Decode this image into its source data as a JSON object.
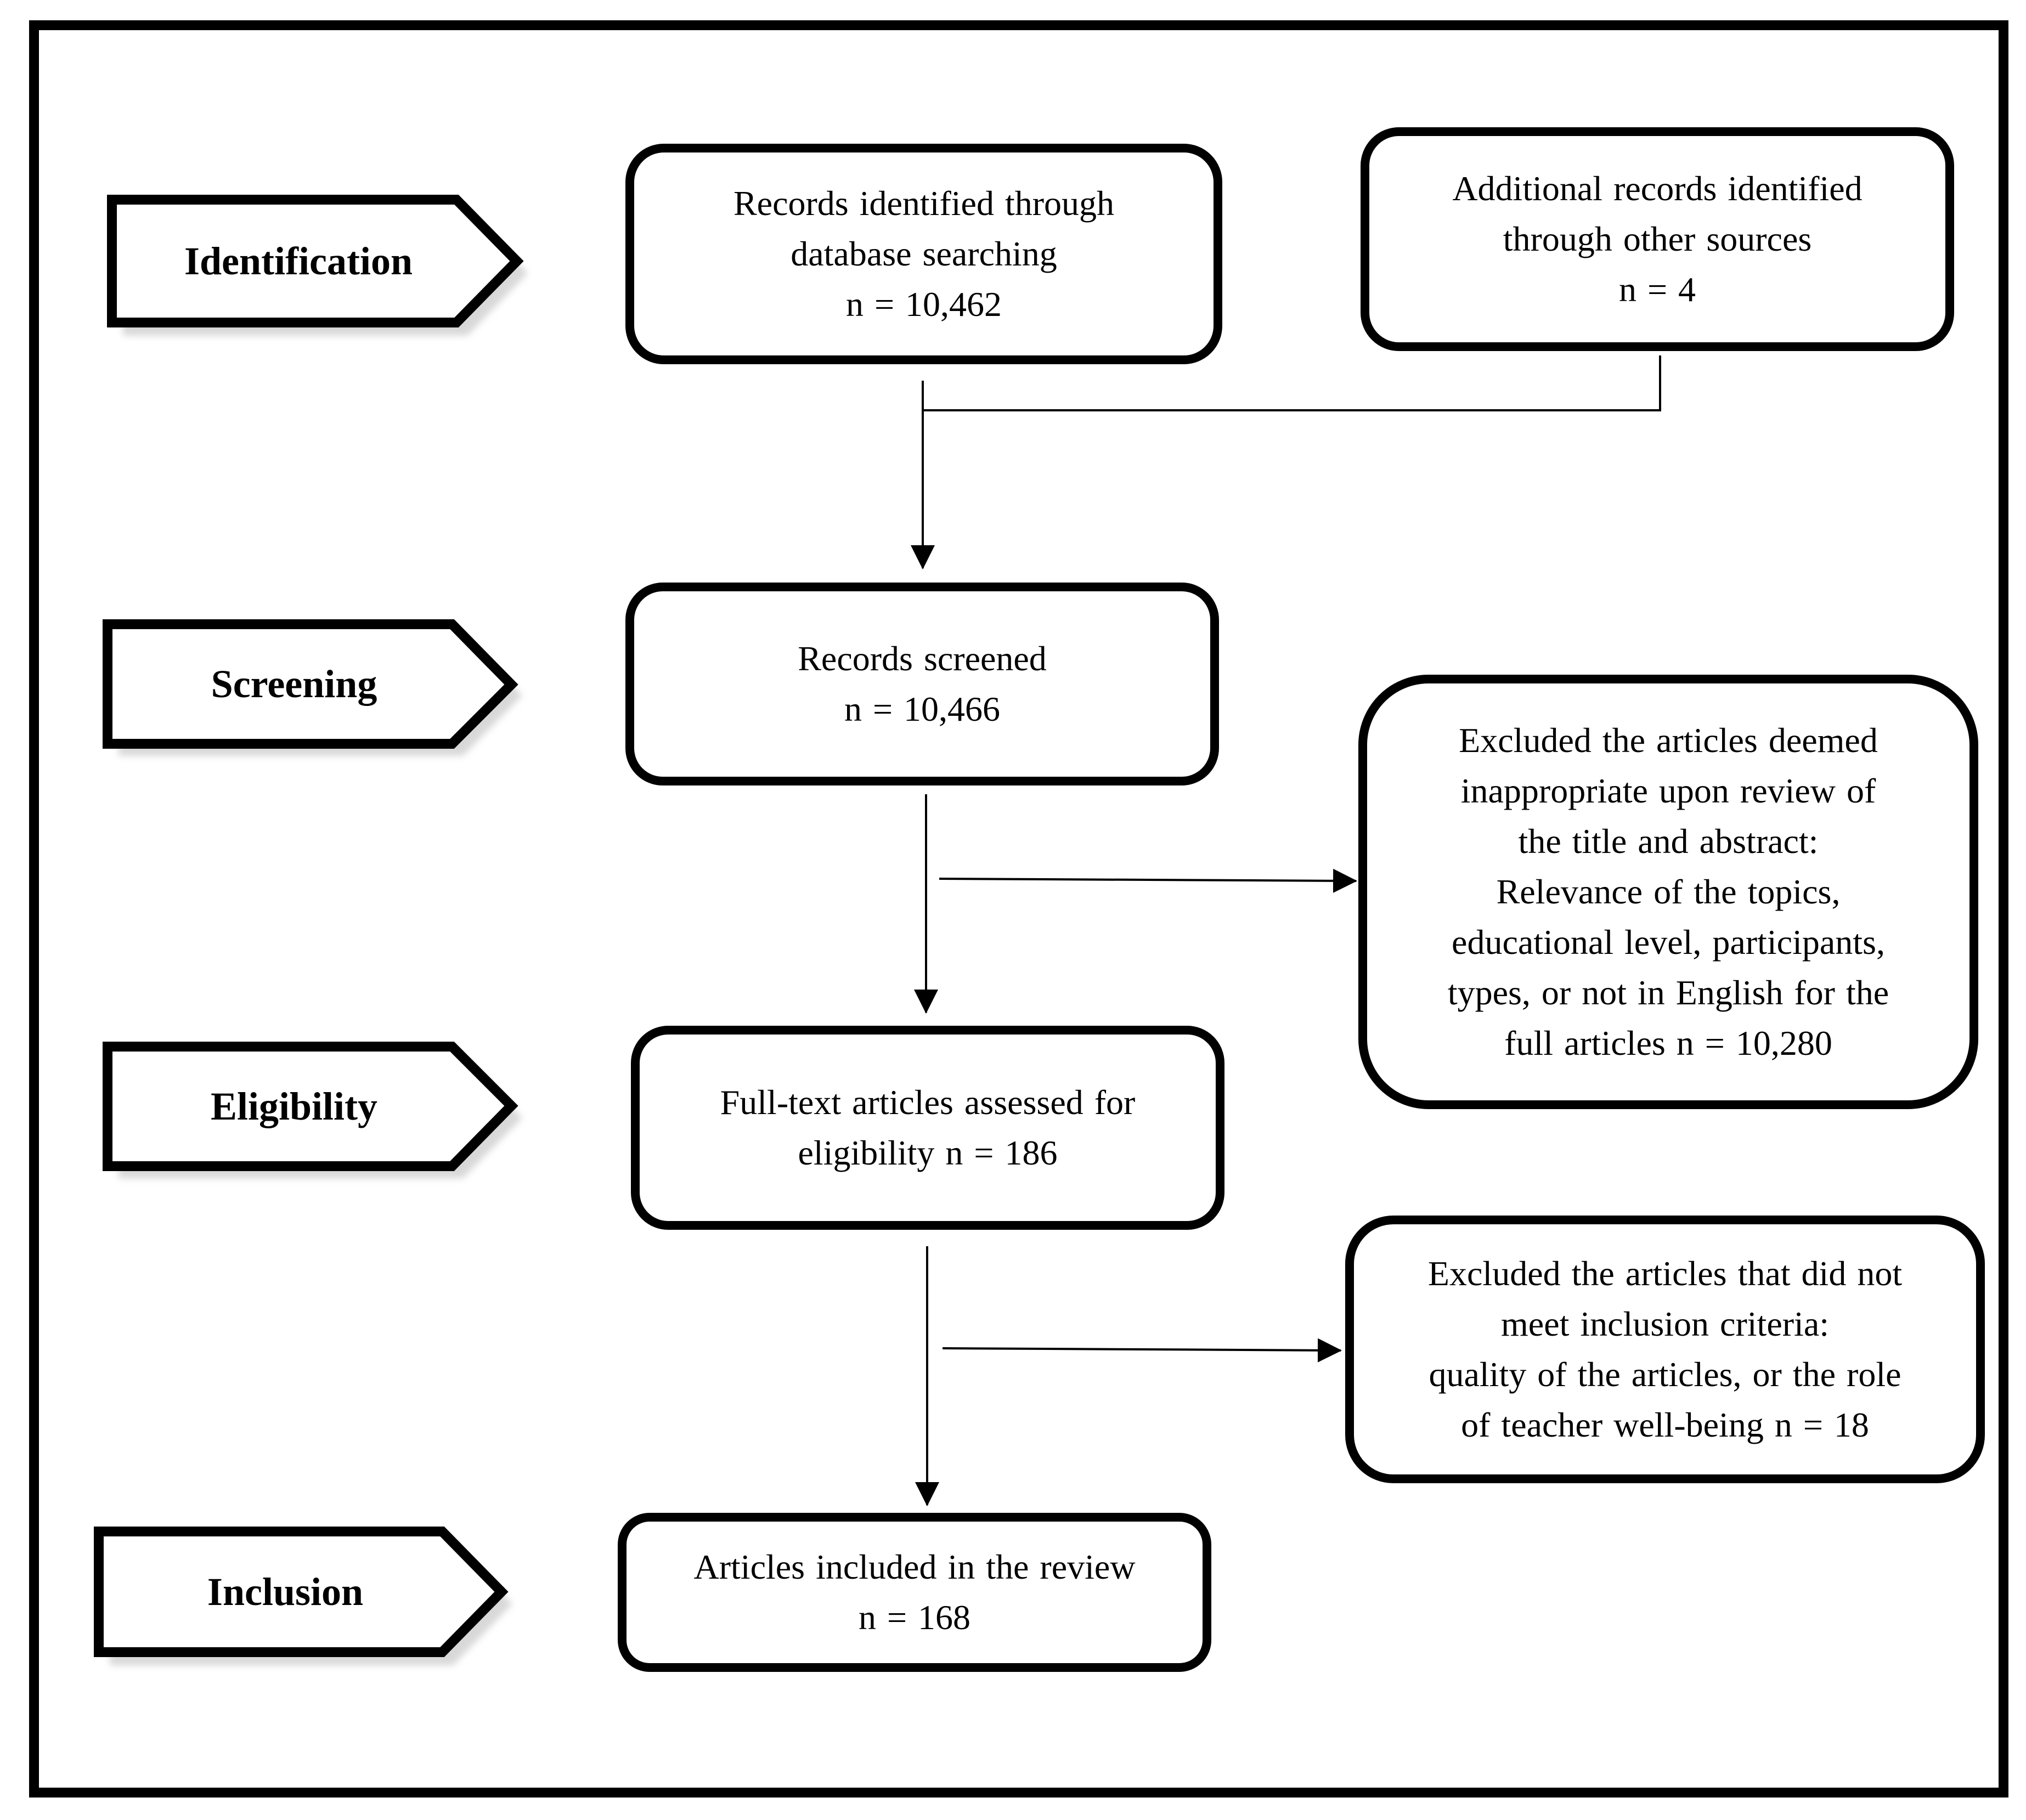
{
  "stages": {
    "identification": "Identification",
    "screening": "Screening",
    "eligibility": "Eligibility",
    "inclusion": "Inclusion"
  },
  "boxes": {
    "database_records": "Records  identified through\ndatabase  searching\nn = 10,462",
    "other_sources": "Additional  records  identified\nthrough other sources\nn = 4",
    "screened": "Records  screened\nn = 10,466",
    "excluded_title_abstract": "Excluded the articles deemed\ninappropriate upon review of\nthe title and abstract:\nRelevance  of the topics,\neducational  level, participants,\ntypes,  or not in English for the\nfull articles n = 10,280",
    "full_text": "Full-text articles assessed  for\neligibility  n = 186",
    "excluded_criteria": "Excluded the articles that did not\nmeet inclusion criteria:\nquality  of the articles,  or the role\nof teacher  well-being  n = 18",
    "included": "Articles  included  in the review\nn = 168"
  }
}
